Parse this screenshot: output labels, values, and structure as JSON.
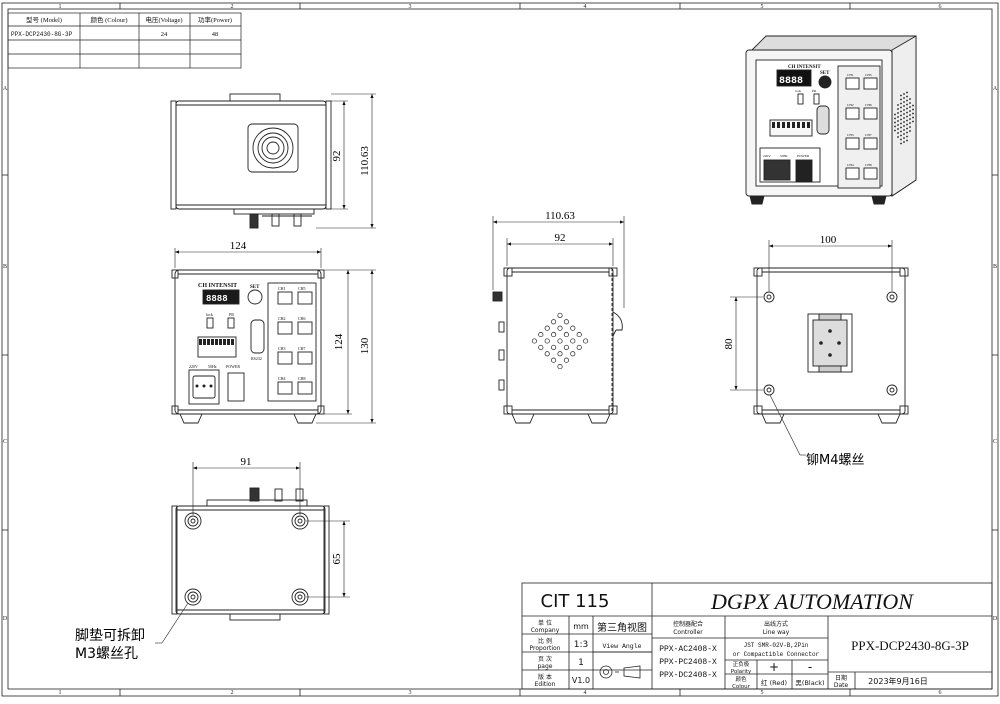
{
  "frame": {
    "col_labels": [
      "1",
      "2",
      "3",
      "4",
      "5",
      "6"
    ],
    "row_labels": [
      "A",
      "B",
      "C",
      "D"
    ]
  },
  "spec_table": {
    "headers": [
      "型号 (Model)",
      "颜色 (Colour)",
      "电压(Voltage)",
      "功率(Power)"
    ],
    "row": [
      "PPX-DCP2430-8G-3P",
      "",
      "24",
      "48"
    ]
  },
  "front_panel": {
    "title": "CH INTENSIT",
    "display": "8888",
    "set": "SET",
    "lock": "lock",
    "pr": "PR",
    "rs232": "RS232",
    "v220": "220V",
    "hz": "50Hz",
    "power": "POWER",
    "channels": [
      "CH1",
      "CH5",
      "CH2",
      "CH6",
      "CH3",
      "CH7",
      "CH4",
      "CH8"
    ]
  },
  "dims": {
    "top_92": "92",
    "top_11063": "110.63",
    "front_124_w": "124",
    "front_124_h": "124",
    "front_130": "130",
    "side_11063": "110.63",
    "side_92": "92",
    "rear_100": "100",
    "rear_80": "80",
    "bottom_91": "91",
    "bottom_65": "65"
  },
  "notes": {
    "rivet": "铆M4螺丝",
    "feet_line1": "脚垫可拆卸",
    "feet_line2": "M3螺丝孔"
  },
  "title_block": {
    "cit": "CIT 115",
    "brand": "DGPX AUTOMATION",
    "unit_cn": "单 位",
    "unit_en": "Company",
    "unit_val": "mm",
    "projection": "第三角视图",
    "scale_cn": "比 例",
    "scale_en": "Proportion",
    "scale_val": "1:3",
    "view_angle": "View Angle",
    "page_cn": "页 次",
    "page_en": "page",
    "page_val": "1",
    "edition_cn": "版 本",
    "edition_en": "Edition",
    "edition_val": "V1.0",
    "controller_cn": "控制器配合",
    "controller_en": "Controller",
    "controllers": [
      "PPX-AC2408-X",
      "PPX-PC2408-X",
      "PPX-DC2408-X"
    ],
    "lineway_cn": "出线方式",
    "lineway_en": "Line way",
    "connector_1": "JST SMR-02V-B,2Pin",
    "connector_2": "or Compactible Connector",
    "polarity_cn": "正负极",
    "polarity_en": "Polarity",
    "plus": "+",
    "minus": "-",
    "colour_cn": "颜色",
    "colour_en": "Colour",
    "red": "红 (Red)",
    "black": "黑(Black)",
    "part_no": "PPX-DCP2430-8G-3P",
    "date_cn": "日期",
    "date_en": "Date",
    "date_val": "2023年9月16日"
  }
}
